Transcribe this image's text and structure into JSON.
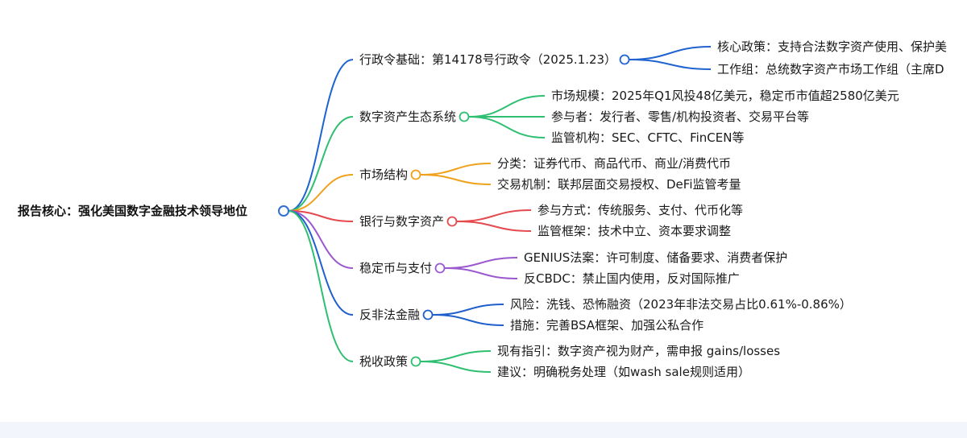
{
  "mindmap": {
    "root": {
      "label": "报告核心：强化美国数字金融技术领导地位",
      "color": "#2f6fd6"
    },
    "branches": [
      {
        "label": "行政令基础：第14178号行政令（2025.1.23）",
        "color": "#1f63d1",
        "children": [
          "核心政策：支持合法数字资产使用、保护美",
          "工作组：总统数字资产市场工作组（主席D"
        ]
      },
      {
        "label": "数字资产生态系统",
        "color": "#2fbf71",
        "children": [
          "市场规模：2025年Q1风投48亿美元，稳定币市值超2580亿美元",
          "参与者：发行者、零售/机构投资者、交易平台等",
          "监管机构：SEC、CFTC、FinCEN等"
        ]
      },
      {
        "label": "市场结构",
        "color": "#f0a11b",
        "children": [
          "分类：证券代币、商品代币、商业/消费代币",
          "交易机制：联邦层面交易授权、DeFi监管考量"
        ]
      },
      {
        "label": "银行与数字资产",
        "color": "#e5484d",
        "children": [
          "参与方式：传统服务、支付、代币化等",
          "监管框架：技术中立、资本要求调整"
        ]
      },
      {
        "label": "稳定币与支付",
        "color": "#9b59d0",
        "children": [
          "GENIUS法案：许可制度、储备要求、消费者保护",
          "反CBDC：禁止国内使用，反对国际推广"
        ]
      },
      {
        "label": "反非法金融",
        "color": "#1f5fcc",
        "children": [
          "风险：洗钱、恐怖融资（2023年非法交易占比0.61%-0.86%）",
          "措施：完善BSA框架、加强公私合作"
        ]
      },
      {
        "label": "税收政策",
        "color": "#2fbf71",
        "children": [
          "现有指引：数字资产视为财产，需申报 gains/losses",
          "建议：明确税务处理（如wash sale规则适用）"
        ]
      }
    ]
  }
}
